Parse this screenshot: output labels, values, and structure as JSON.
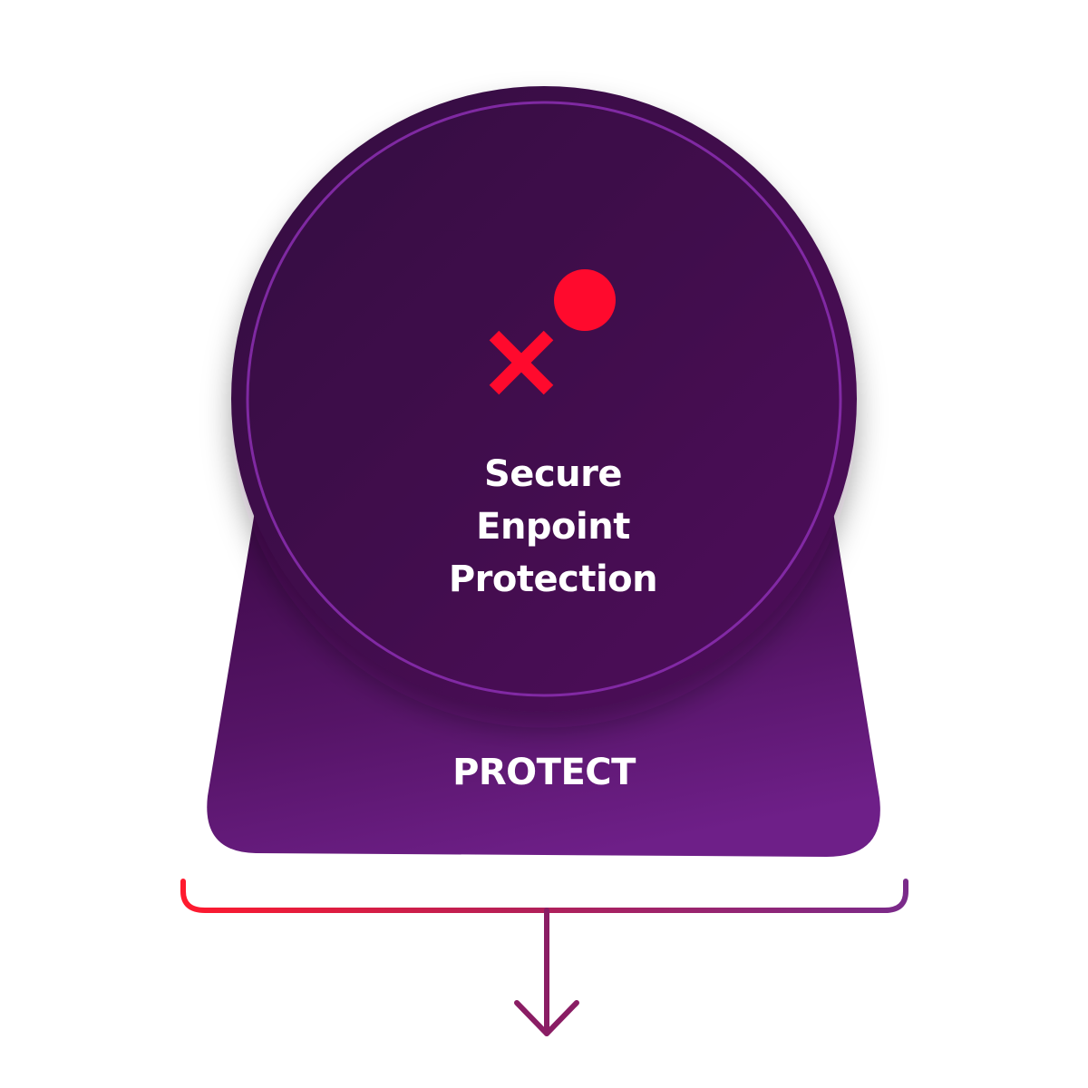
{
  "diagram": {
    "circle_label": {
      "line1": "Secure",
      "line2": "Enpoint",
      "line3": "Protection"
    },
    "base_label": "PROTECT",
    "icons": {
      "marker": "x-mark-icon",
      "target": "red-dot-icon",
      "flow": "down-arrow-icon"
    },
    "colors": {
      "circle_dark": "#3a0a45",
      "circle_mid": "#4b0f57",
      "base_dark": "#460f52",
      "base_light": "#6c1f85",
      "ring": "#8c2fb3",
      "accent_red": "#ff0a2d",
      "bracket_start": "#ff1a2e",
      "bracket_end": "#7a2a8a",
      "arrow": "#8a1d64"
    }
  }
}
